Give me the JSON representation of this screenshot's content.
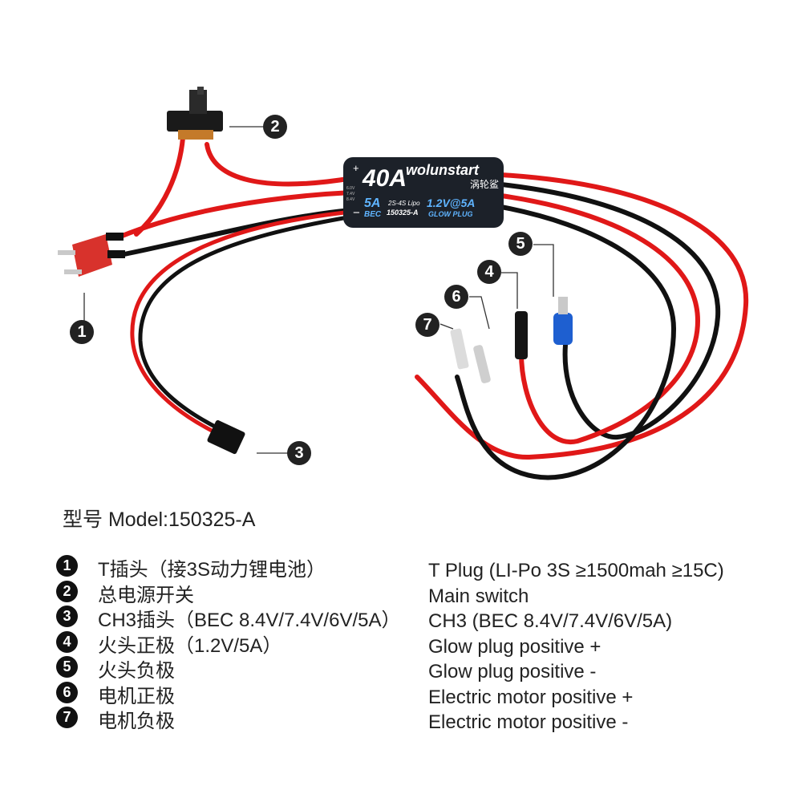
{
  "esc": {
    "current": "40A",
    "brand": "wolunstart",
    "brand_cn": "涡轮鲨",
    "bec": "5A",
    "bec_label": "BEC",
    "cells": "2S-4S Lipo",
    "model_code": "150325-A",
    "glow": "1.2V@5A",
    "glow_label": "GLOW PLUG",
    "voltage_options": [
      "6.0V",
      "7.4V",
      "8.4V"
    ],
    "plus_sign": "+",
    "minus_sign": "−"
  },
  "callouts": [
    "1",
    "2",
    "3",
    "4",
    "5",
    "6",
    "7"
  ],
  "model_label": "型号 Model:150325-A",
  "legend": [
    {
      "num": "1",
      "cn": "T插头（接3S动力锂电池）",
      "en": "T Plug (LI-Po 3S   ≥1500mah     ≥15C)"
    },
    {
      "num": "2",
      "cn": "总电源开关",
      "en": "Main switch"
    },
    {
      "num": "3",
      "cn": "CH3插头（BEC 8.4V/7.4V/6V/5A）",
      "en": "CH3 (BEC 8.4V/7.4V/6V/5A)"
    },
    {
      "num": "4",
      "cn": "火头正极（1.2V/5A）",
      "en": "Glow plug positive +"
    },
    {
      "num": "5",
      "cn": "火头负极",
      "en": "Glow plug positive -"
    },
    {
      "num": "6",
      "cn": "电机正极",
      "en": "Electric motor positive +"
    },
    {
      "num": "7",
      "cn": "电机负极",
      "en": "Electric motor positive -"
    }
  ]
}
